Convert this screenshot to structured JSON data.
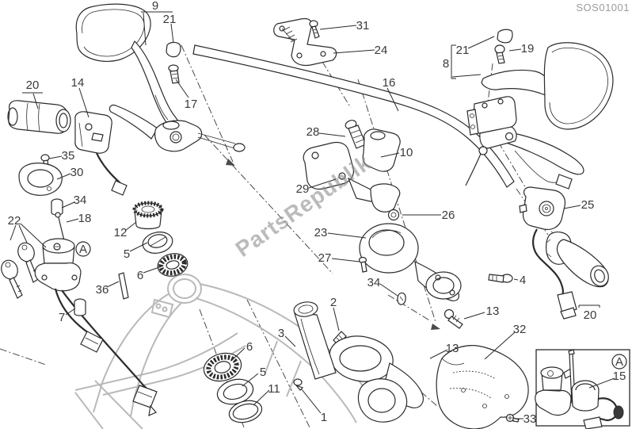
{
  "header": {
    "code": "SOS01001"
  },
  "watermark": {
    "text": "PartsRepublik"
  },
  "markers": {
    "detail": "A",
    "inset": "A"
  },
  "colors": {
    "line": "#2b2b2b",
    "frame_gray": "#b9b9b9",
    "code_gray": "#9b9b9b",
    "watermark_gray": "#8f8f8f",
    "background": "#ffffff"
  },
  "callouts": {
    "n9": "9",
    "n21_left": "21",
    "n17": "17",
    "n20_left": "20",
    "n14": "14",
    "n35": "35",
    "n30": "30",
    "n34_left": "34",
    "n18": "18",
    "n22": "22",
    "n12": "12",
    "n5_upper": "5",
    "n6_upper": "6",
    "n36": "36",
    "n7": "7",
    "n24": "24",
    "n31": "31",
    "n16": "16",
    "n28": "28",
    "n10": "10",
    "n29": "29",
    "n26": "26",
    "n23": "23",
    "n27": "27",
    "n34_center": "34",
    "n4": "4",
    "n2": "2",
    "n13_a": "13",
    "n13_b": "13",
    "n3": "3",
    "n1": "1",
    "n6_lower": "6",
    "n5_lower": "5",
    "n11": "11",
    "n32": "32",
    "n33": "33",
    "n25": "25",
    "n20_right": "20",
    "n8": "8",
    "n21_right": "21",
    "n19": "19",
    "n15": "15"
  }
}
